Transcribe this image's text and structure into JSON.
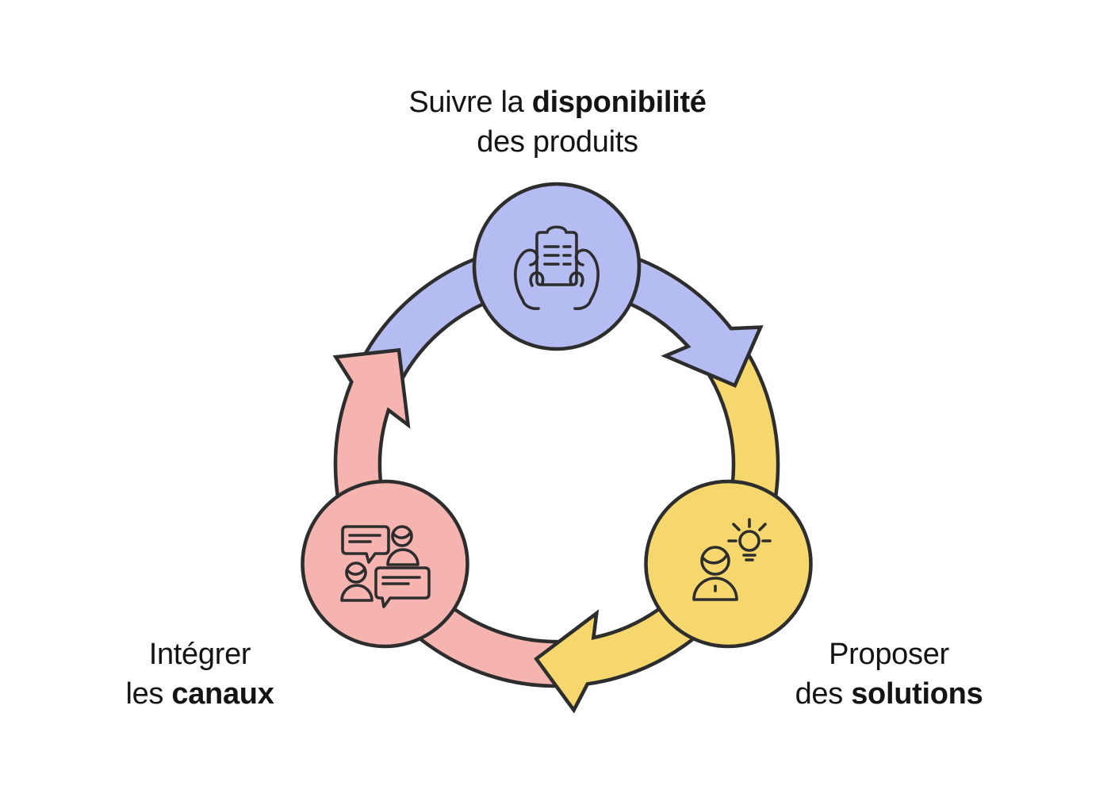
{
  "diagram": {
    "type": "cycle",
    "direction": "clockwise",
    "background_color": "#ffffff",
    "outline_color": "#2d2d2d",
    "text_color": "#141414",
    "steps": [
      {
        "id": "suivre-disponibilite",
        "position": "top",
        "color": "#b5bcf1",
        "icon": "hands-holding-checklist-icon",
        "label": {
          "line1_regular": "Suivre la ",
          "line1_bold": "disponibilité",
          "line2_regular": "des produits",
          "line2_bold": ""
        }
      },
      {
        "id": "proposer-solutions",
        "position": "bottom-right",
        "color": "#f6d76e",
        "icon": "person-lightbulb-idea-icon",
        "label": {
          "line1_regular": "Proposer",
          "line1_bold": "",
          "line2_regular": "des ",
          "line2_bold": "solutions"
        }
      },
      {
        "id": "integrer-canaux",
        "position": "bottom-left",
        "color": "#f6b4b1",
        "icon": "people-chat-bubbles-icon",
        "label": {
          "line1_regular": "Intégrer",
          "line1_bold": "",
          "line2_regular": "les ",
          "line2_bold": "canaux"
        }
      }
    ],
    "arrows": [
      {
        "from": "suivre-disponibilite",
        "to": "proposer-solutions",
        "color": "#b5bcf1"
      },
      {
        "from": "proposer-solutions",
        "to": "integrer-canaux",
        "color": "#f6d76e"
      },
      {
        "from": "integrer-canaux",
        "to": "suivre-disponibilite",
        "color": "#f6b4b1"
      }
    ]
  }
}
